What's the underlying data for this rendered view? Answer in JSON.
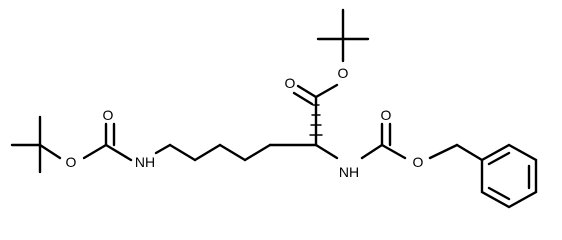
{
  "molecule": {
    "atoms": [
      {
        "id": "O_ester",
        "label": "O"
      },
      {
        "id": "O_carbonyl",
        "label": "O"
      },
      {
        "id": "O_boc_carbonyl",
        "label": "O"
      },
      {
        "id": "O_boc_ester",
        "label": "O"
      },
      {
        "id": "N_epsilon",
        "label": "NH"
      },
      {
        "id": "O_cbz_carbonyl",
        "label": "O"
      },
      {
        "id": "N_alpha",
        "label": "NH"
      },
      {
        "id": "O_cbz_ester",
        "label": "O"
      }
    ]
  },
  "colors": {
    "bond": "#000000",
    "background": "#ffffff"
  }
}
